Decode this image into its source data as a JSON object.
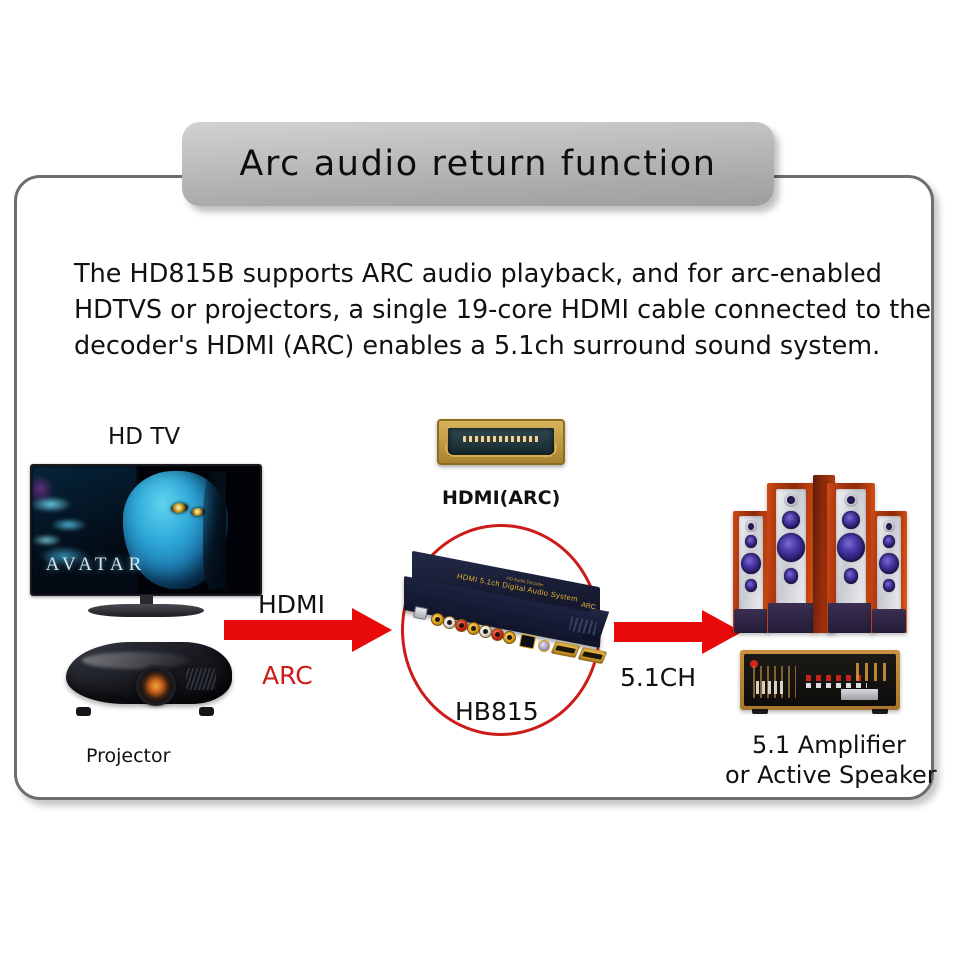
{
  "title": {
    "text": "Arc audio return function"
  },
  "body": {
    "lines": [
      "The HD815B supports ARC audio playback, and for arc-enabled",
      "HDTVS or projectors, a single 19-core HDMI cable connected to the",
      "decoder's HDMI (ARC) enables a 5.1ch surround sound system."
    ]
  },
  "labels": {
    "hdtv": "HD TV",
    "projector": "Projector",
    "hdmi_arc_port": "HDMI(ARC)",
    "hdmi_arrow": "HDMI",
    "arc_arrow": "ARC",
    "device": "HB815",
    "channel_arrow": "5.1CH",
    "amplifier_line1": "5.1 Amplifier",
    "amplifier_line2": "or Active Speaker"
  },
  "device": {
    "brand_text": "HDMI 5.1ch Digital Audio System",
    "brand_sub": "HD Audio Decoder",
    "side_logo": "ARC"
  },
  "tv": {
    "movie_title": "AVATAR"
  },
  "colors": {
    "arrow_red": "#e8090a",
    "arc_label_red": "#cc1b18",
    "circle_red": "#cc1b18",
    "frame_gray": "#6e6e6e",
    "banner_gray": "#bdbdbd",
    "text_black": "#111111",
    "device_navy": "#171c33",
    "connector_gold": "#d79b1c",
    "speaker_orange": "#c2420f",
    "driver_purple": "#4b3aa8"
  }
}
